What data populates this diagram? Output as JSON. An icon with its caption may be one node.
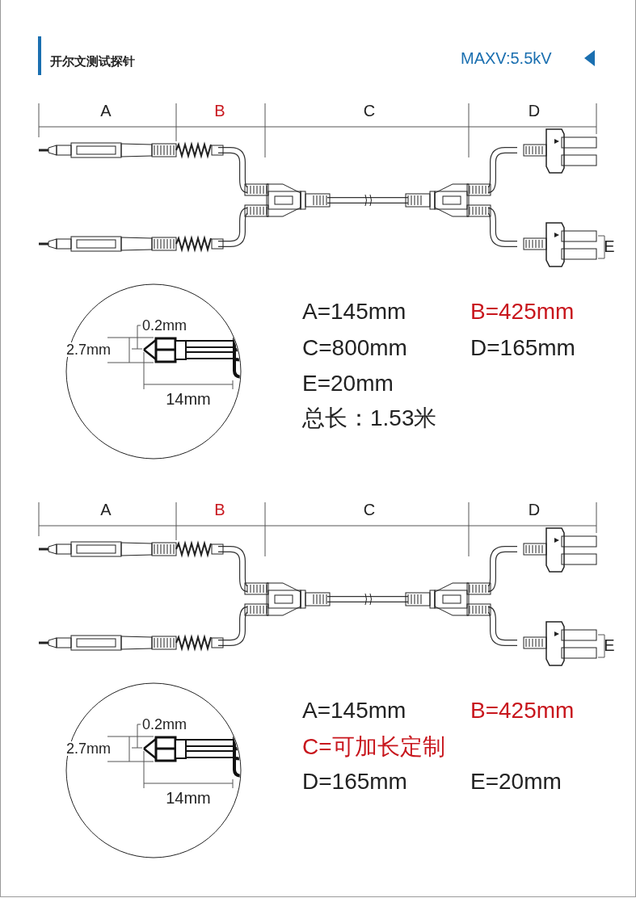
{
  "diagram": {
    "title": "开尔文测试探针",
    "labels": [
      "MAXV:5.5kV",
      "A",
      "B",
      "C",
      "D",
      "E",
      "0.2mm",
      "2.7mm",
      "14mm",
      "A=145mm",
      "B=425mm",
      "C=800mm",
      "D=165mm",
      "E=20mm",
      "总长：1.53米",
      "A",
      "B",
      "C",
      "D",
      "E",
      "0.2mm",
      "2.7mm",
      "14mm",
      "A=145mm",
      "B=425mm",
      "C=可加长定制",
      "D=165mm",
      "E=20mm"
    ]
  }
}
